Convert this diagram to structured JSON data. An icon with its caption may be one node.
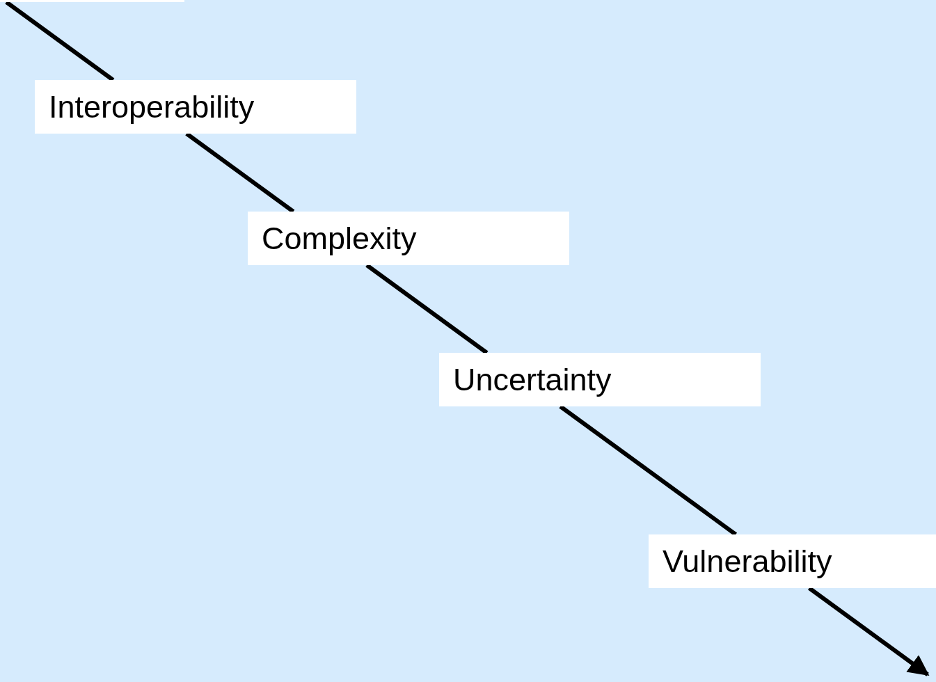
{
  "diagram": {
    "nodes": [
      {
        "text": [],
        "shape": "box"
      },
      {
        "text": [
          "Interoperability"
        ]
      },
      {
        "text": [
          "Complexity"
        ]
      },
      {
        "text": [
          "Uncertainty"
        ]
      },
      {
        "text": [
          "Vulnerability"
        ]
      }
    ],
    "edges": [
      {
        "from": 0,
        "to": 1,
        "arrow": "none"
      },
      {
        "from": 1,
        "to": 2,
        "arrow": "none"
      },
      {
        "from": 2,
        "to": 3,
        "arrow": "none"
      },
      {
        "from": 3,
        "to": 4,
        "arrow": "none"
      },
      {
        "from": 4,
        "to": null,
        "arrow": "to"
      }
    ]
  }
}
